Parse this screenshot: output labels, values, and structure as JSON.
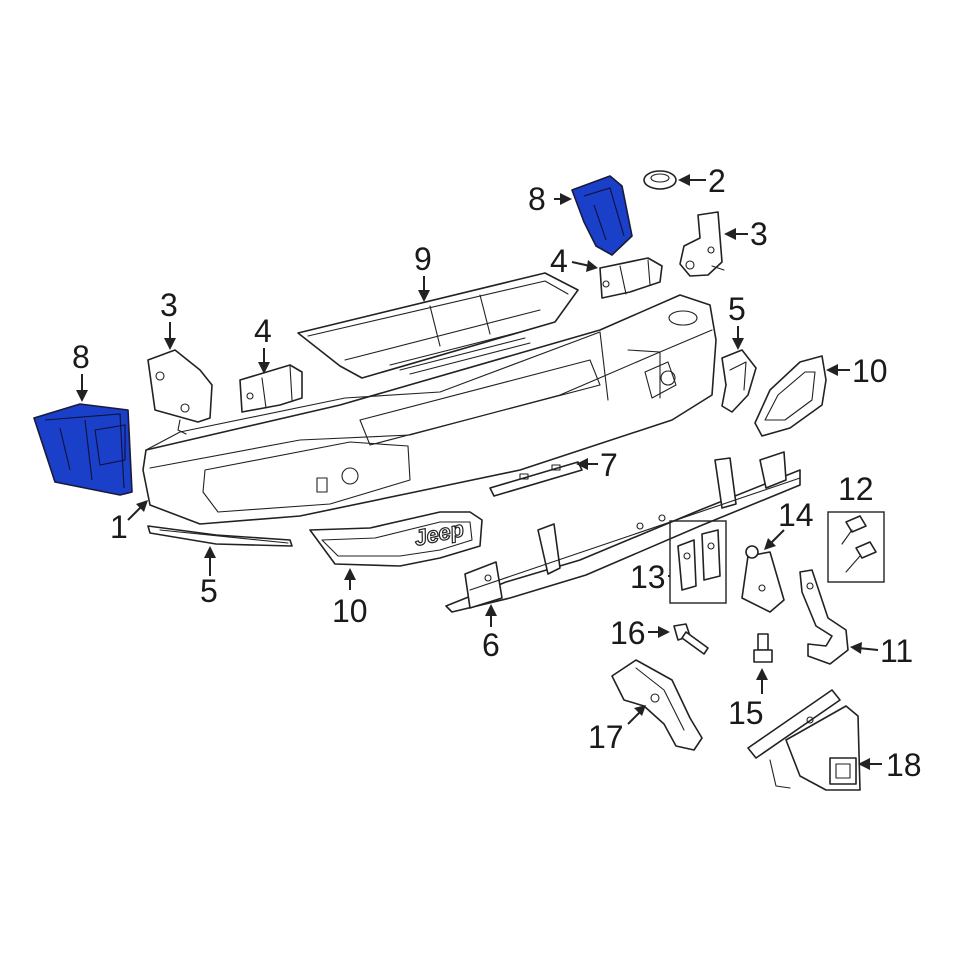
{
  "highlight_color": "#1a3fc8",
  "emblem_text": "Jeep",
  "callouts": {
    "c1": "1",
    "c2": "2",
    "c3_right": "3",
    "c3_left": "3",
    "c4_right": "4",
    "c4_left": "4",
    "c5_right": "5",
    "c5_left": "5",
    "c6": "6",
    "c7": "7",
    "c8_right": "8",
    "c8_left": "8",
    "c9": "9",
    "c10_right": "10",
    "c10_lower": "10",
    "c11": "11",
    "c12": "12",
    "c13": "13",
    "c14": "14",
    "c15": "15",
    "c16": "16",
    "c17": "17",
    "c18": "18"
  }
}
